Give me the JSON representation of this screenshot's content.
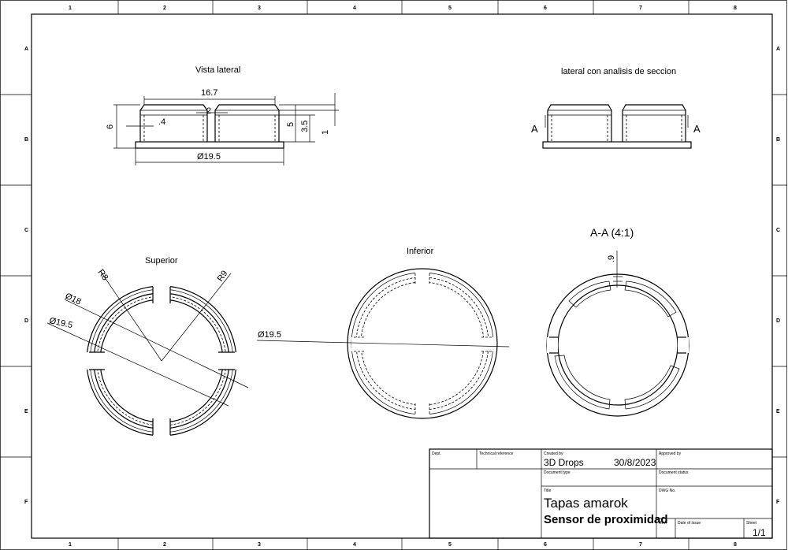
{
  "sheet": {
    "zone_columns": [
      "1",
      "2",
      "3",
      "4",
      "5",
      "6",
      "7",
      "8"
    ],
    "zone_rows": [
      "A",
      "B",
      "C",
      "D",
      "E",
      "F"
    ]
  },
  "views": {
    "side_view": {
      "title": "Vista lateral",
      "dims": {
        "width_top": "16.7",
        "gap": "2",
        "step": ".4",
        "height_total": "6",
        "height_body": "5",
        "height_inner": "3.5",
        "lip": "1",
        "diameter": "Ø19.5"
      }
    },
    "section_side_view": {
      "title": "lateral con analisis de seccion",
      "cut_label_left": "A",
      "cut_label_right": "A"
    },
    "top_view": {
      "title": "Superior",
      "dims": {
        "r_left": "R8",
        "r_right": "R9",
        "d_mid": "Ø18",
        "d_outer": "Ø19.5"
      }
    },
    "bottom_view": {
      "title": "Inferior",
      "dims": {
        "d_outer": "Ø19.5"
      }
    },
    "section_view": {
      "title": "A-A (4:1)",
      "dims": {
        "gap": ".9"
      }
    }
  },
  "title_block": {
    "dept_label": "Dept.",
    "tech_ref_label": "Technical reference",
    "created_by_label": "Created by",
    "created_by": "3D Drops",
    "created_date": "30/8/2023",
    "approved_by_label": "Approved by",
    "document_type_label": "Document type",
    "document_status_label": "Document status",
    "title_label": "Title",
    "title_line1": "Tapas amarok",
    "title_line2": "Sensor de proximidad",
    "dwg_no_label": "DWG No.",
    "rev_label": "Rev.",
    "date_of_issue_label": "Date of issue",
    "sheet_label": "Sheet",
    "sheet_value": "1/1"
  }
}
